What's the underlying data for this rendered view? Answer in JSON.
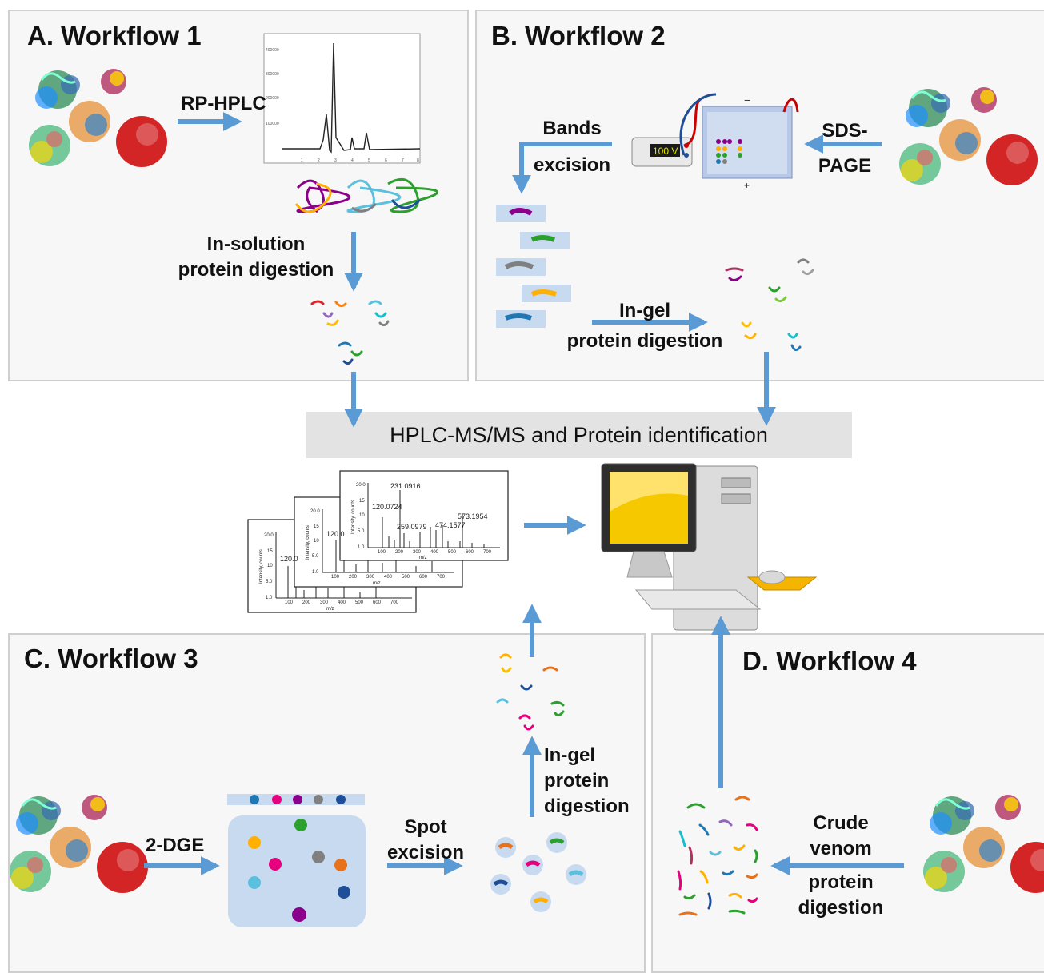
{
  "colors": {
    "panel_bg": "#f7f7f7",
    "panel_border": "#cfcfcf",
    "arrow": "#5b9bd5",
    "center_bar": "#e3e3e3"
  },
  "panels": {
    "a": {
      "title": "A. Workflow 1"
    },
    "b": {
      "title": "B. Workflow 2"
    },
    "c": {
      "title": "C. Workflow 3"
    },
    "d": {
      "title": "D. Workflow 4"
    }
  },
  "labels": {
    "rp_hplc": "RP-HPLC",
    "in_solution_1": "In-solution",
    "in_solution_2": "protein digestion",
    "bands_1": "Bands",
    "bands_2": "excision",
    "sds_1": "SDS-",
    "sds_2": "PAGE",
    "ingel_b_1": "In-gel",
    "ingel_b_2": "protein digestion",
    "two_dge": "2-DGE",
    "spot_1": "Spot",
    "spot_2": "excision",
    "ingel_c_1": "In-gel",
    "ingel_c_2": "protein",
    "ingel_c_3": "digestion",
    "crude_1": "Crude",
    "crude_2": "venom",
    "crude_3": "protein",
    "crude_4": "digestion",
    "power_supply": "100 V",
    "gel_minus": "−",
    "gel_plus": "+"
  },
  "center_bar": {
    "text": "HPLC-MS/MS and Protein identification"
  },
  "chromatogram": {
    "y_ticks": [
      "400000",
      "300000",
      "200000",
      "100000"
    ],
    "x_ticks": [
      "1",
      "2",
      "3",
      "4",
      "5",
      "6",
      "7",
      "8"
    ]
  },
  "spectra": {
    "front": {
      "y_axis_label": "Intensity, counts",
      "x_axis_label": "m/z",
      "y_ticks": [
        "20.0",
        "15",
        "10",
        "5.0",
        "1.0"
      ],
      "x_ticks": [
        "100",
        "200",
        "300",
        "400",
        "500",
        "600",
        "700"
      ],
      "peaks": [
        "231.0916",
        "120.0724",
        "259.0979",
        "474.1577",
        "573.1954"
      ]
    },
    "middle": {
      "y_axis_label": "Intensity, counts",
      "x_axis_label": "m/z",
      "y_ticks": [
        "20.0",
        "15",
        "10",
        "5.0",
        "1.0"
      ],
      "x_ticks": [
        "100",
        "200",
        "300",
        "400",
        "500",
        "600",
        "700"
      ],
      "peak": "120.0"
    },
    "back": {
      "y_axis_label": "Intensity, counts",
      "x_axis_label": "m/z",
      "y_ticks": [
        "20.0",
        "15",
        "10",
        "5.0",
        "1.0"
      ],
      "x_ticks": [
        "100",
        "200",
        "300",
        "400",
        "500",
        "600",
        "700"
      ],
      "peak": "120.0"
    }
  }
}
